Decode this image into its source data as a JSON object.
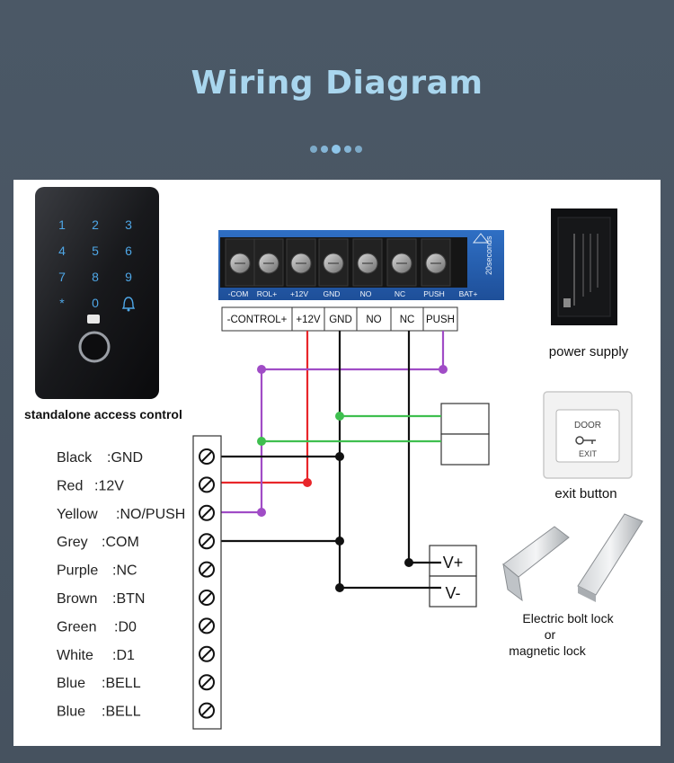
{
  "title": "Wiring Diagram",
  "keypad": {
    "keys": [
      "1",
      "2",
      "3",
      "4",
      "5",
      "6",
      "7",
      "8",
      "9",
      "*",
      "0",
      "bell-icon"
    ],
    "caption": "standalone access control"
  },
  "controller": {
    "board_terminals": [
      "-COM",
      "ROL+",
      "+12V",
      "GND",
      "NO",
      "NC",
      "PUSH",
      "BAT+"
    ],
    "board_brand": "20seconds",
    "labels": [
      "-CONTROL+",
      "+12V",
      "GND",
      "NO",
      "NC",
      "PUSH"
    ]
  },
  "power_supply": {
    "caption": "power supply"
  },
  "exit_button": {
    "face_top": "DOOR",
    "face_bottom": "EXIT",
    "caption": "exit button"
  },
  "lock": {
    "terminals": [
      "V+",
      "V-"
    ],
    "caption_lines": [
      "Electric bolt lock",
      "or",
      "magnetic lock"
    ]
  },
  "wires": [
    {
      "color": "Black",
      "function": ":GND"
    },
    {
      "color": "Red",
      "function": ":12V"
    },
    {
      "color": "Yellow",
      "function": ":NO/PUSH"
    },
    {
      "color": "Grey",
      "function": ":COM"
    },
    {
      "color": "Purple",
      "function": ":NC"
    },
    {
      "color": "Brown",
      "function": ":BTN"
    },
    {
      "color": "Green",
      "function": ":D0"
    },
    {
      "color": "White",
      "function": ":D1"
    },
    {
      "color": "Blue",
      "function": ":BELL"
    },
    {
      "color": "Blue",
      "function": ":BELL"
    }
  ],
  "wire_colors": {
    "red": "#e8262a",
    "purple": "#a04cc6",
    "green": "#3fbf4f",
    "black": "#111111"
  }
}
